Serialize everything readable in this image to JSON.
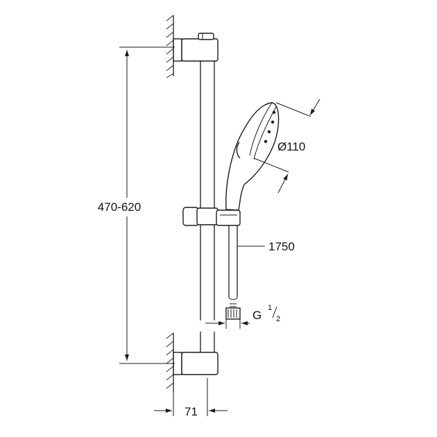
{
  "dimensions": {
    "rail_length": "470-620",
    "head_diameter": "Ø110",
    "hose_length": "1750",
    "thread": "G",
    "thread_num": "1",
    "thread_den": "2",
    "wall_offset": "71"
  }
}
